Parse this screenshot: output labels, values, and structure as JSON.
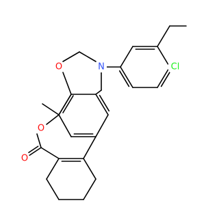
{
  "molecule": {
    "atom_labels": {
      "o_ring_ether": "O",
      "n_amine": "N",
      "o_lactone_ring": "O",
      "o_carbonyl": "O",
      "cl": "Cl"
    },
    "colors": {
      "oxygen": "#ff0d0d",
      "nitrogen": "#3050f8",
      "chlorine": "#1ff01f",
      "bond": "#000000",
      "background": "#ffffff"
    }
  }
}
